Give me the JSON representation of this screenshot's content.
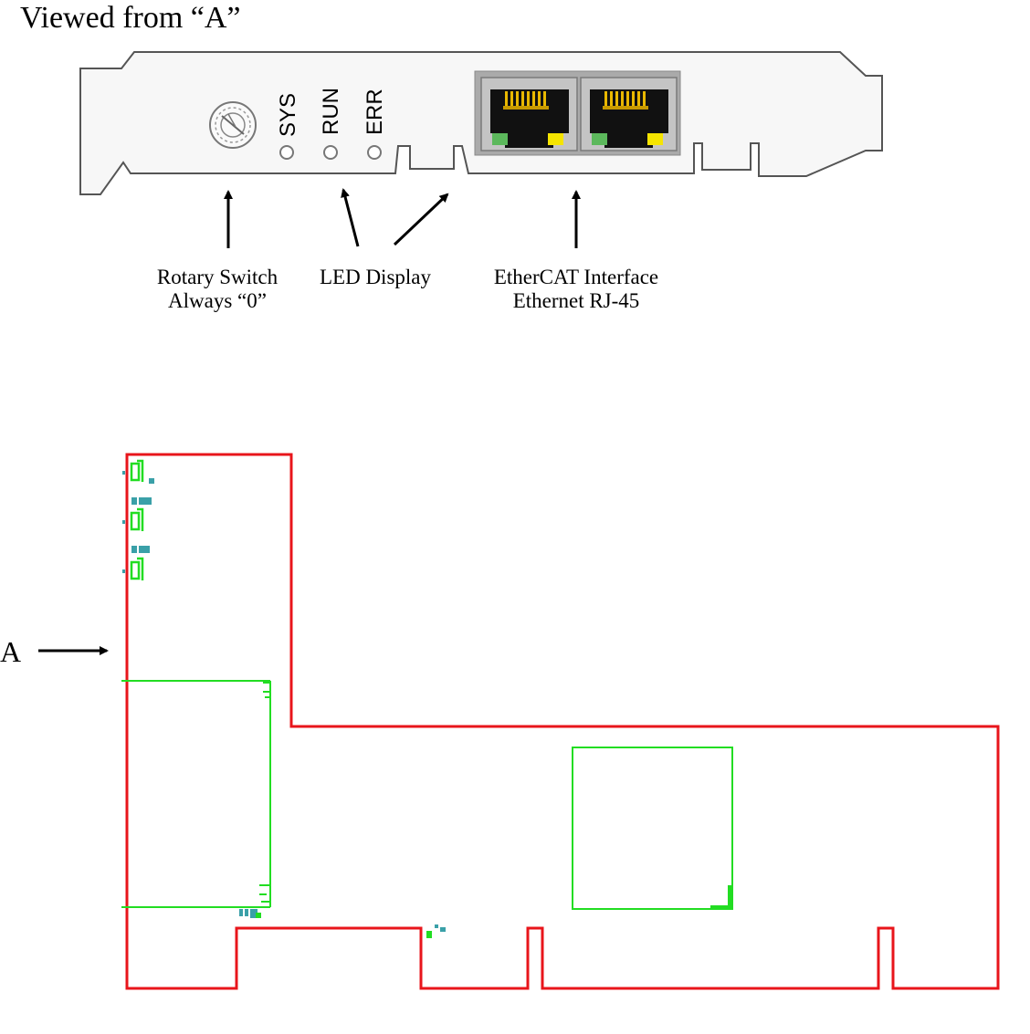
{
  "view_title": "Viewed from “A”",
  "led_labels": [
    "SYS",
    "RUN",
    "ERR"
  ],
  "captions": {
    "rotary_line1": "Rotary Switch",
    "rotary_line2": "Always “0”",
    "led_display": "LED Display",
    "ethercat_line1": "EtherCAT Interface",
    "ethercat_line2": "Ethernet RJ-45"
  },
  "view_marker": "A",
  "colors": {
    "card_outline": "#e8151b",
    "components": "#22dd22",
    "connector_gray": "#aaaaaa",
    "rj45_gold": "#f0c010",
    "rj45_led_green": "#5cb85c",
    "rj45_led_yellow": "#f5e400"
  }
}
